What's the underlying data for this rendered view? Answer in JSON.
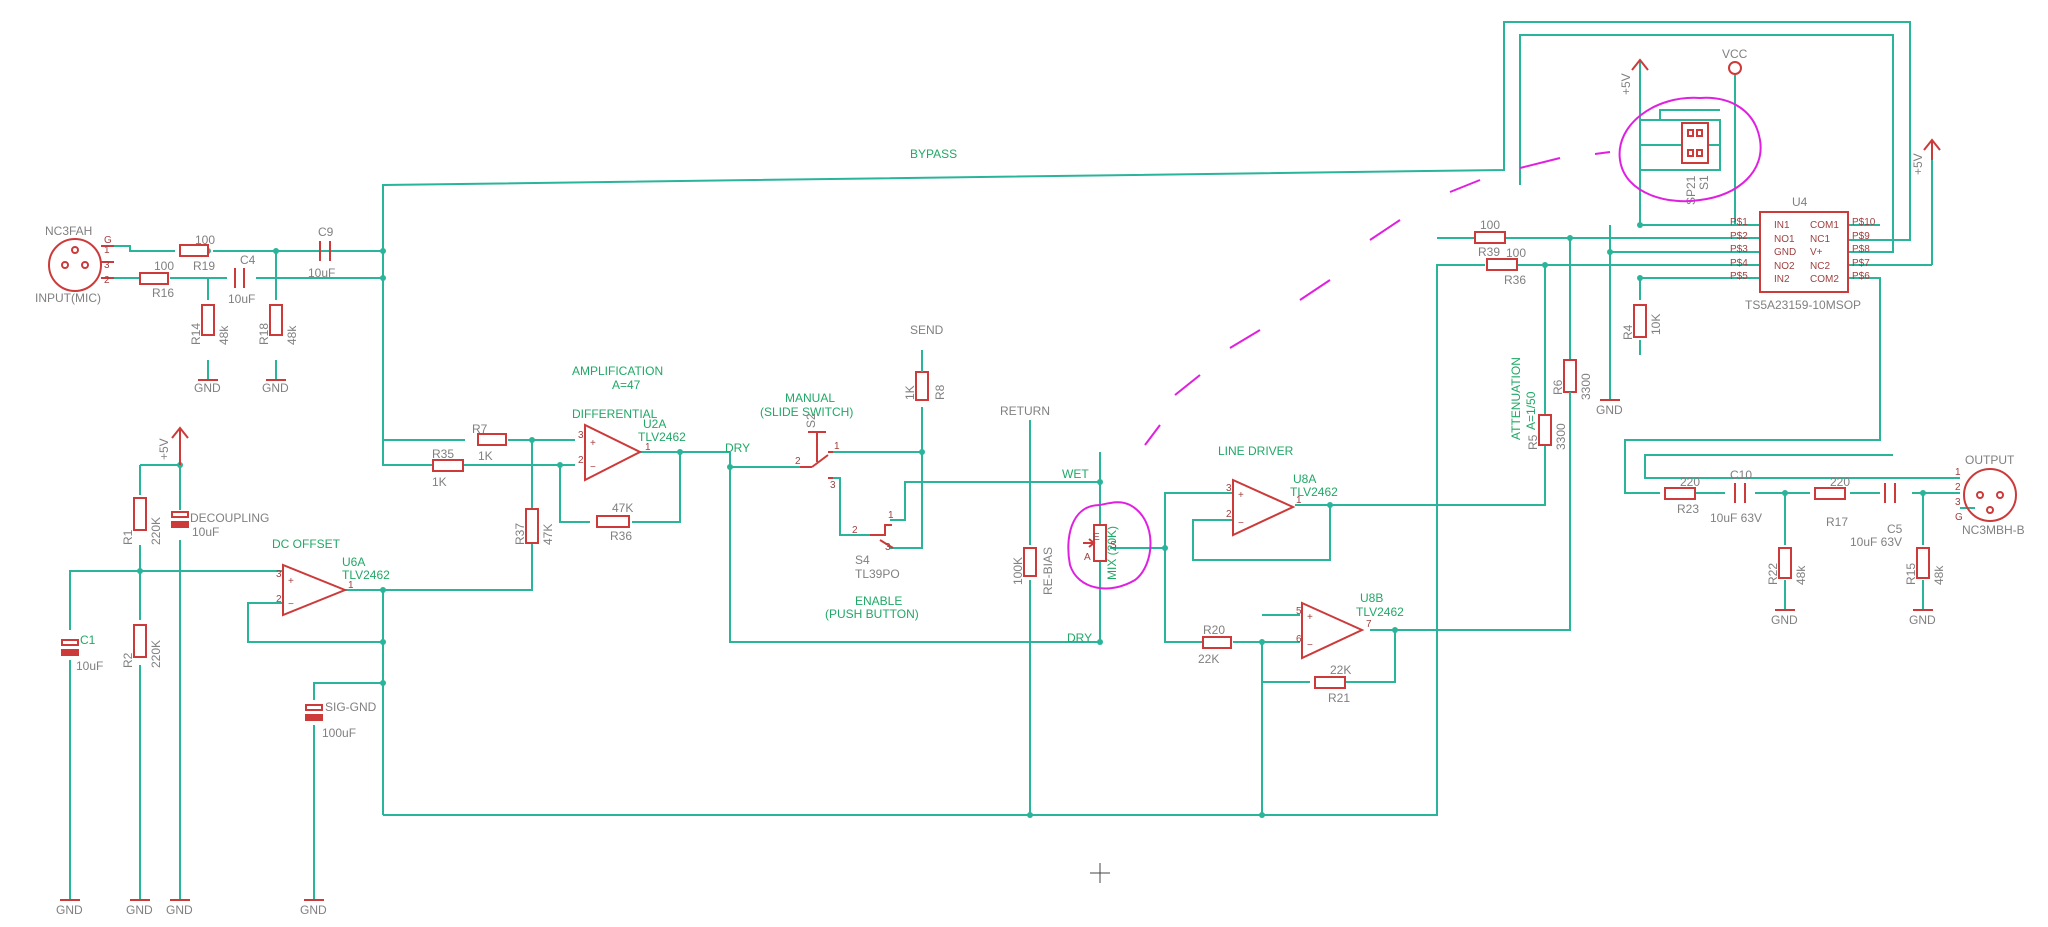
{
  "nets": {
    "bypass": "BYPASS",
    "amplification": "AMPLIFICATION",
    "gain": "A=47",
    "differential": "DIFFERENTIAL",
    "dry1": "DRY",
    "dry2": "DRY",
    "wet": "WET",
    "dc_offset": "DC OFFSET",
    "decoupling": "DECOUPLING",
    "sig_gnd": "SIG-GND",
    "manual": "MANUAL",
    "slide_switch": "(SLIDE SWITCH)",
    "enable": "ENABLE",
    "push_button": "(PUSH BUTTON)",
    "send": "SEND",
    "return": "RETURN",
    "line_driver": "LINE DRIVER",
    "attenuation": "ATTENUATION",
    "atten_ratio": "A=1/50",
    "vcc": "VCC",
    "p5v_a": "+5V",
    "p5v_b": "+5V",
    "p5v_c": "+5V",
    "output": "OUTPUT",
    "gnd": "GND"
  },
  "parts": {
    "j_in": "NC3FAH",
    "j_in_label": "INPUT(MIC)",
    "j_out": "NC3MBH-B",
    "r19": "R19",
    "r19_v": "100",
    "r16": "R16",
    "r16_v": "100",
    "c4": "C4",
    "c4_v": "10uF",
    "c9": "C9",
    "c9_v": "10uF",
    "r14": "R14",
    "r14_v": "48k",
    "r18": "R18",
    "r18_v": "48k",
    "r7": "R7",
    "r7_v": "1K",
    "r35": "R35",
    "r35_v": "1K",
    "r36a": "R36",
    "r36a_v": "47K",
    "r37": "R37",
    "r37_v": "47K",
    "u2a": "U2A",
    "u2a_v": "TLV2462",
    "u6a": "U6A",
    "u6a_v": "TLV2462",
    "r1": "R1",
    "r1_v": "220K",
    "r2": "R2",
    "r2_v": "220K",
    "c1": "C1",
    "c1_v": "10uF",
    "c_dec_v": "10uF",
    "c_sig_v": "100uF",
    "s2": "S2",
    "s4": "S4",
    "s4_v": "TL39PO",
    "r8": "R8",
    "r8_v": "1K",
    "rebias": "RE-BIAS",
    "rebias_v": "100K",
    "mix": "MIX (20K)",
    "u8a": "U8A",
    "u8a_v": "TLV2462",
    "u8b": "U8B",
    "u8b_v": "TLV2462",
    "r20": "R20",
    "r20_v": "22K",
    "r21": "R21",
    "r21_v": "22K",
    "r5": "R5",
    "r5_v": "3300",
    "r6": "R6",
    "r6_v": "3300",
    "r39": "R39",
    "r39_v": "100",
    "r36b": "R36",
    "r36b_v": "100",
    "r4": "R4",
    "r4_v": "10K",
    "u4": "U4",
    "u4_v": "TS5A23159-10MSOP",
    "s1": "S1",
    "sp21": "SP21",
    "r23": "R23",
    "r23_v": "220",
    "c10": "C10",
    "c10_v": "10uF 63V",
    "r17": "R17",
    "r17_v": "220",
    "c5": "C5",
    "c5_v": "10uF 63V",
    "r22": "R22",
    "r22_v": "48k",
    "r15": "R15",
    "r15_v": "48k"
  },
  "u4_pins": {
    "left": [
      "P$1",
      "P$2",
      "P$3",
      "P$4",
      "P$5"
    ],
    "left_names": [
      "IN1",
      "NO1",
      "GND",
      "NO2",
      "IN2"
    ],
    "right": [
      "P$10",
      "P$9",
      "P$8",
      "P$7",
      "P$6"
    ],
    "right_names": [
      "COM1",
      "NC1",
      "V+",
      "NC2",
      "COM2"
    ]
  },
  "pin_nums": {
    "u2a": [
      "3",
      "2",
      "1"
    ],
    "u6a": [
      "3",
      "2",
      "1"
    ],
    "u8a": [
      "3",
      "2",
      "1"
    ],
    "u8b": [
      "5",
      "6",
      "7"
    ],
    "s2": [
      "2",
      "1",
      "3"
    ],
    "s4": [
      "2",
      "1",
      "3"
    ],
    "mix": [
      "A",
      "E",
      "S"
    ],
    "j": [
      "1",
      "3",
      "2",
      "G"
    ]
  }
}
